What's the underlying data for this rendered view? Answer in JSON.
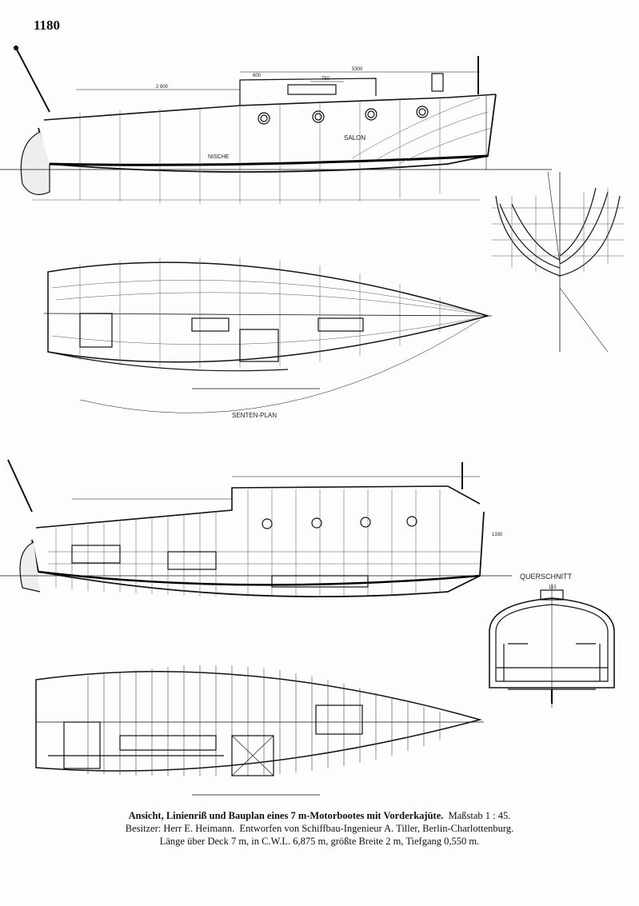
{
  "page_number": "1180",
  "labels": {
    "salon": "SALON",
    "nische": "NISCHE",
    "senten_plan": "SENTEN-PLAN",
    "querschnitt": "QUERSCHNITT",
    "dim_total": "5300",
    "dim_2800": "2 800",
    "dim_750": "750",
    "dim_600": "600",
    "dim_1330": "1330",
    "dim_115": "115"
  },
  "caption": {
    "title": "Ansicht, Linienriß und Bauplan eines 7 m-Motorbootes mit Vorderkajüte.",
    "scale": "Maßstab 1 : 45.",
    "owner_label": "Besitzer:",
    "owner": "Herr E. Heimann.",
    "designer_text": "Entworfen von Schiffbau-Ingenieur A. Tiller, Berlin-Charlottenburg.",
    "dimensions": "Länge über Deck 7 m, in C.W.L. 6,875 m, größte Breite 2 m, Tiefgang 0,550 m."
  }
}
